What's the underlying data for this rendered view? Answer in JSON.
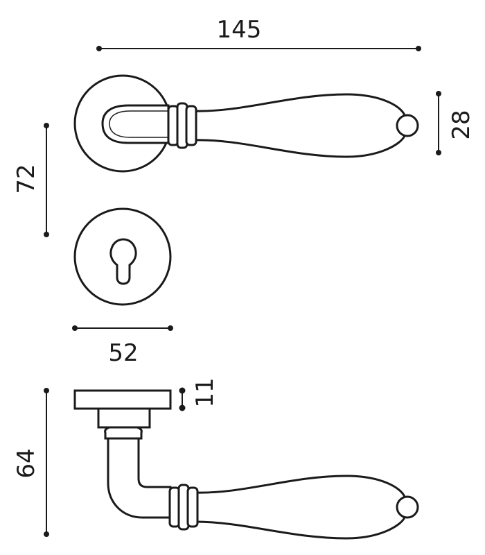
{
  "dimensions": {
    "total_length": "145",
    "lever_height": "28",
    "rose_spacing": "72",
    "rose_diameter": "52",
    "rose_thickness": "11",
    "projection": "64"
  },
  "colors": {
    "line": "#1a1a1a",
    "background": "#ffffff"
  }
}
